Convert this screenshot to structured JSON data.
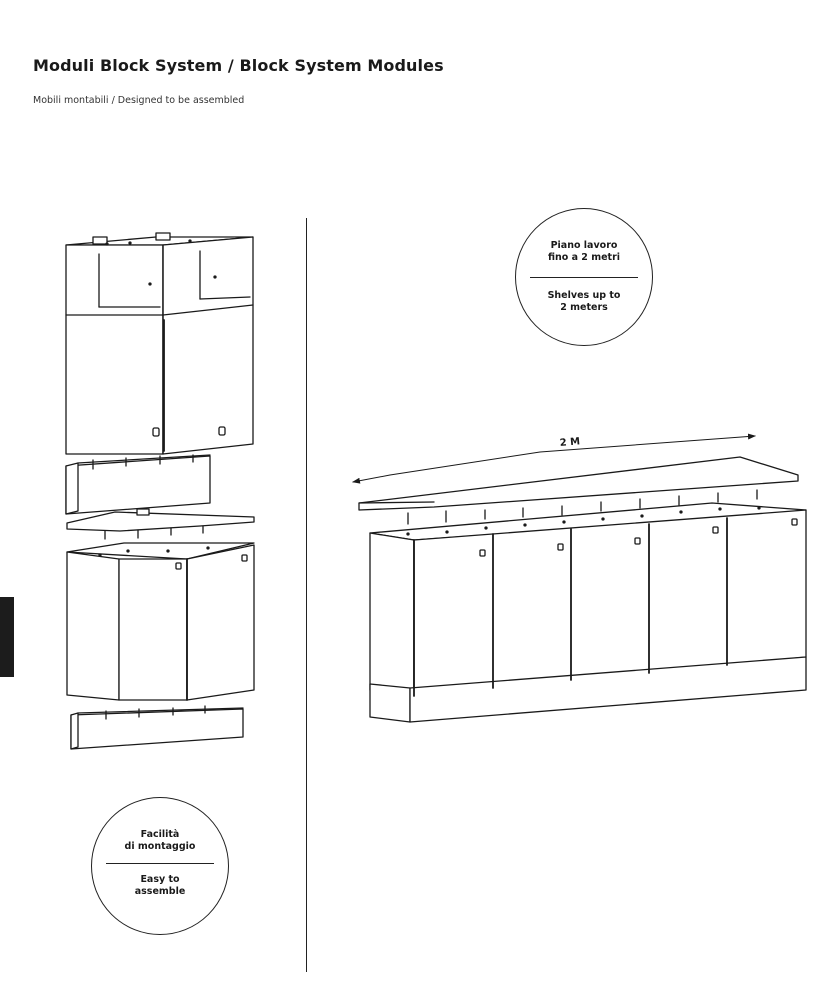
{
  "header": {
    "title": "Moduli Block System / Block System Modules",
    "subtitle": "Mobili montabili / Designed to be assembled"
  },
  "badges": {
    "worktop": {
      "italian": "Piano lavoro\nfino a 2 metri",
      "english": "Shelves up to\n2 meters"
    },
    "assembly": {
      "italian": "Facilità\ndi montaggio",
      "english": "Easy to\nassemble"
    }
  },
  "dimension": {
    "label": "2 M"
  },
  "colors": {
    "ink": "#1a1a1a",
    "side_tab": "#1c1c1c"
  }
}
